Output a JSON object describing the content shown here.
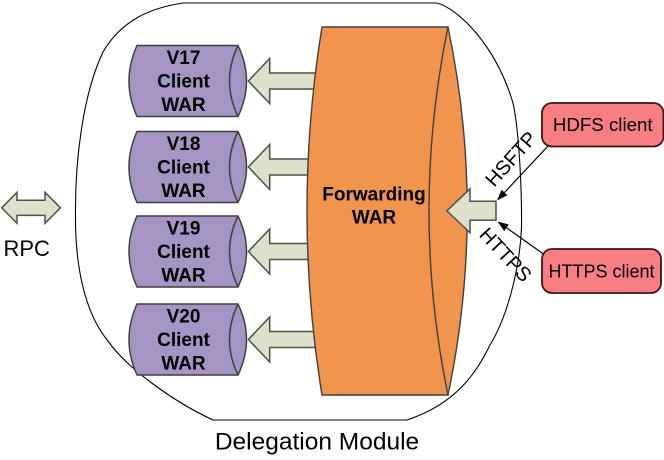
{
  "title": "Delegation Module",
  "colors": {
    "background": "#ffffff",
    "purple": "#a495c4",
    "purple_stroke": "#3f3f3f",
    "orange": "#f1944e",
    "orange_stroke": "#3f3f3f",
    "arrow_fill": "#dde0cb",
    "arrow_stroke": "#4f5047",
    "pink": "#f77e83",
    "pink_stroke": "#3d1418",
    "outline": "#000000",
    "text": "#000000"
  },
  "container": {
    "label": "Delegation Module"
  },
  "rpc": {
    "label": "RPC"
  },
  "cylinders": [
    {
      "lines": [
        "V17",
        "Client",
        "WAR"
      ]
    },
    {
      "lines": [
        "V18",
        "Client",
        "WAR"
      ]
    },
    {
      "lines": [
        "V19",
        "Client",
        "WAR"
      ]
    },
    {
      "lines": [
        "V20",
        "Client",
        "WAR"
      ]
    }
  ],
  "forwarding": {
    "lines": [
      "Forwarding",
      "WAR"
    ]
  },
  "clients": [
    {
      "label": "HDFS client"
    },
    {
      "label": "HTTPS client"
    }
  ],
  "protocols": [
    {
      "label": "HSFTP"
    },
    {
      "label": "HTTPS"
    }
  ]
}
